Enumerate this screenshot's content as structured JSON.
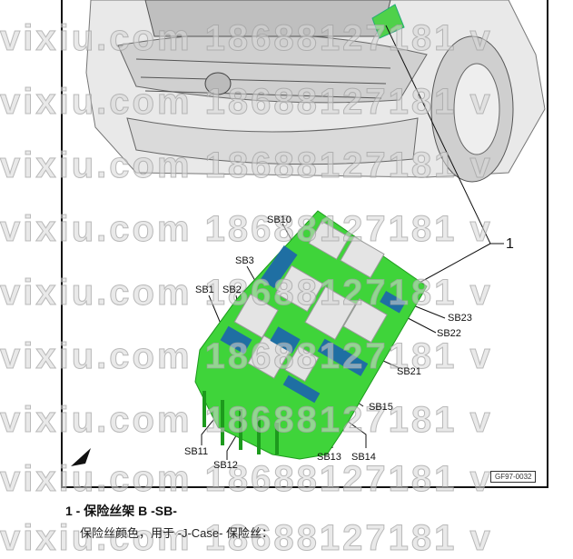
{
  "figure": {
    "callout": "1",
    "code": "GF97-0032",
    "labels": [
      "SB10",
      "SB3",
      "SB1",
      "SB2",
      "SB23",
      "SB22",
      "SB21",
      "SB15",
      "SB11",
      "SB12",
      "SB13",
      "SB14"
    ]
  },
  "caption": {
    "item": "1 - 保险丝架 B -SB-",
    "text": "保险丝颜色，用于 -J-Case- 保险丝："
  },
  "watermark": "vixiu.com 18688127181 v",
  "colors": {
    "fuse_box": "#3fd43a",
    "fuse": "#1f6fa3",
    "relay": "#e4e4e4"
  }
}
